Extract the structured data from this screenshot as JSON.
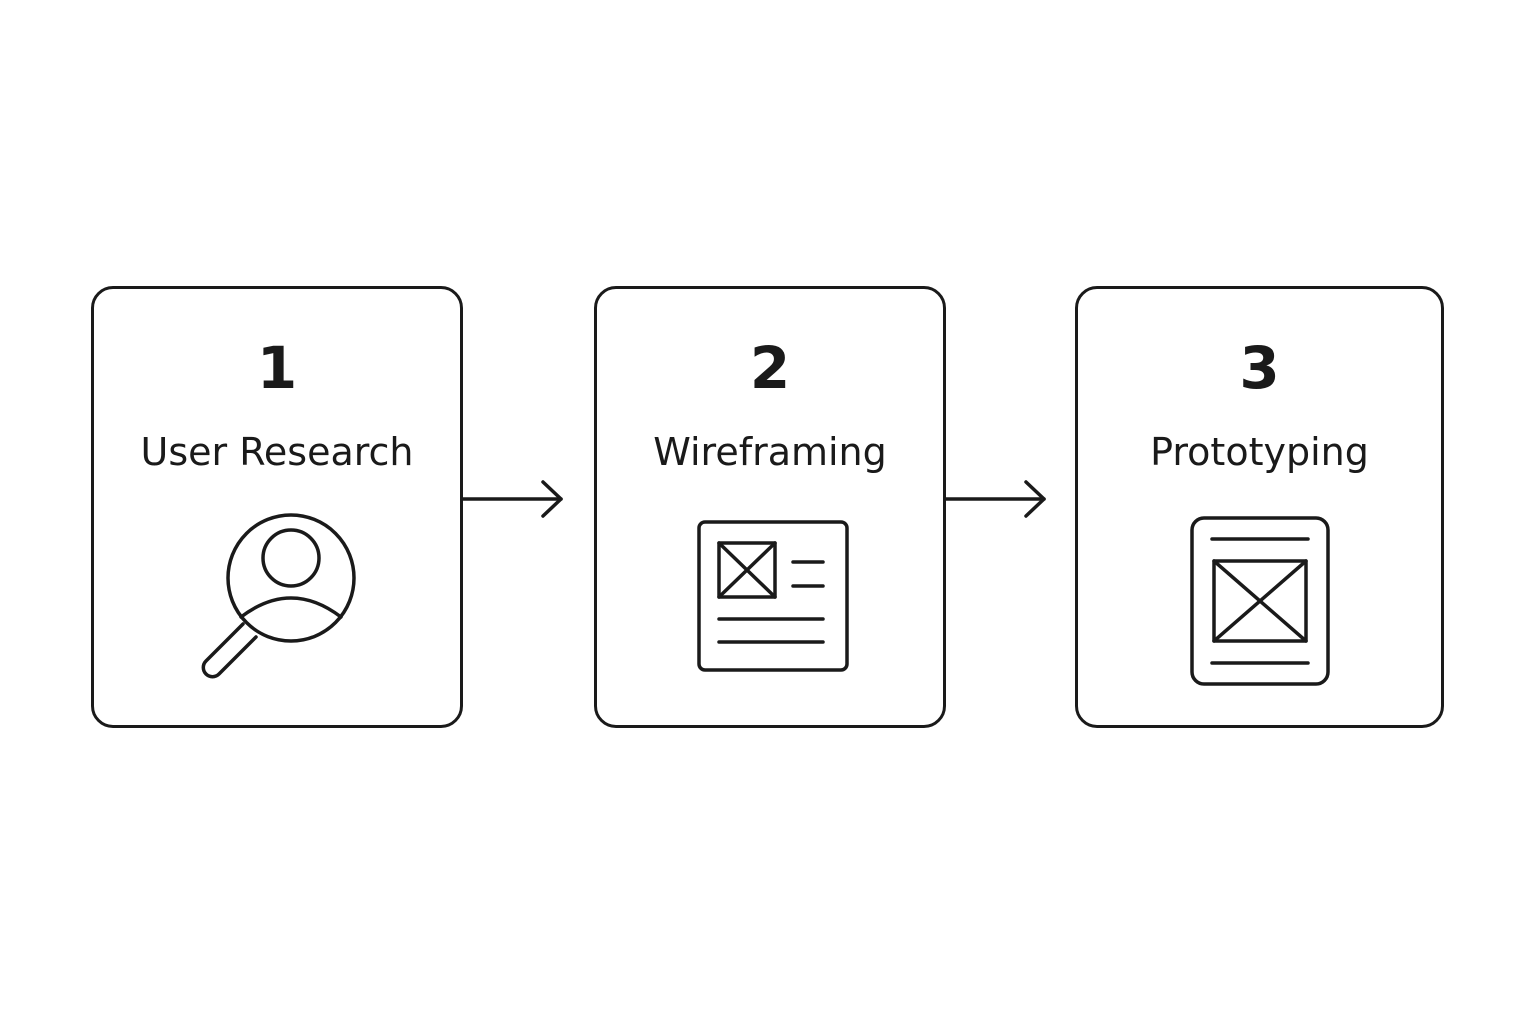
{
  "steps": [
    {
      "number": "1",
      "label": "User Research",
      "icon": "magnifier-user-icon"
    },
    {
      "number": "2",
      "label": "Wireframing",
      "icon": "wireframe-icon"
    },
    {
      "number": "3",
      "label": "Prototyping",
      "icon": "prototype-icon"
    }
  ],
  "connectors": [
    {
      "from": "1",
      "to": "2",
      "icon": "arrow-right-icon"
    },
    {
      "from": "2",
      "to": "3",
      "icon": "arrow-right-icon"
    }
  ],
  "colors": {
    "stroke": "#1a1a1a",
    "background": "#ffffff"
  }
}
